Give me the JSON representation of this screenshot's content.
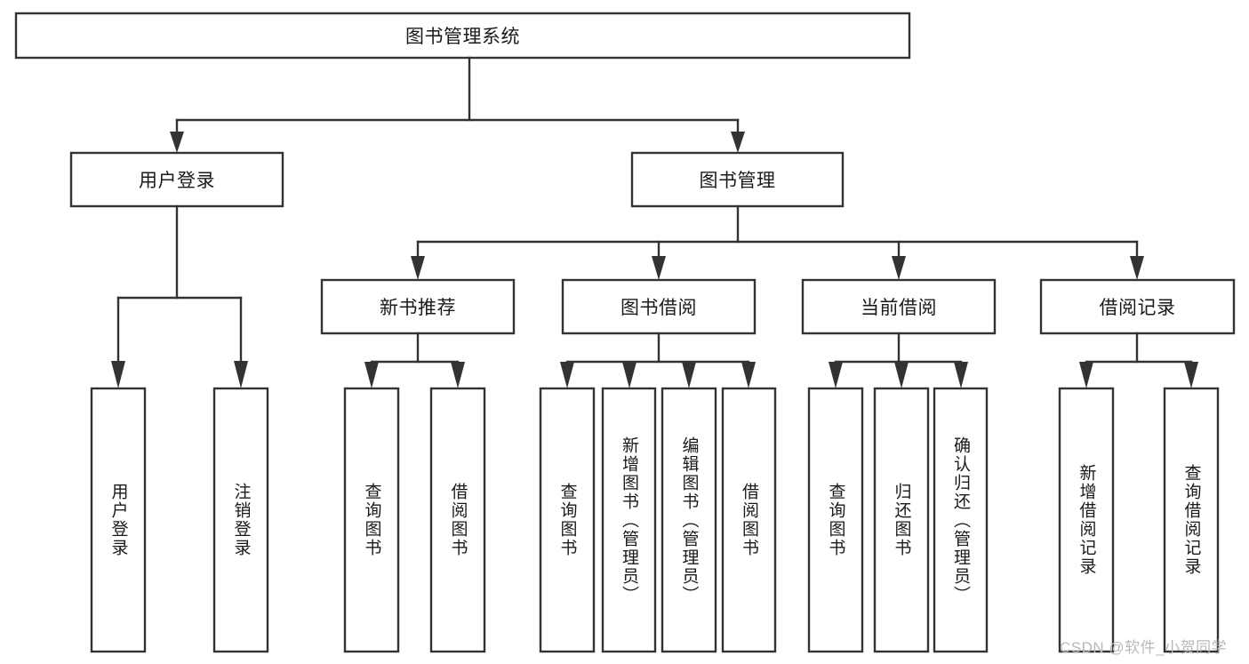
{
  "diagram": {
    "title": "图书管理系统",
    "type": "tree-hierarchy-chart",
    "watermark": "CSDN @软件_小贺同学",
    "colors": {
      "stroke": "#333333",
      "fill": "#ffffff",
      "text": "#1a1a1a",
      "watermark": "#b9b9b9"
    },
    "root": {
      "label": "图书管理系统"
    },
    "level2": [
      {
        "label": "用户登录"
      },
      {
        "label": "图书管理"
      }
    ],
    "level3": [
      {
        "label": "新书推荐"
      },
      {
        "label": "图书借阅"
      },
      {
        "label": "当前借阅"
      },
      {
        "label": "借阅记录"
      }
    ],
    "leaves": {
      "user_login": [
        {
          "label": "用户登录"
        },
        {
          "label": "注销登录"
        }
      ],
      "new_book_recommend": [
        {
          "label": "查询图书"
        },
        {
          "label": "借阅图书"
        }
      ],
      "book_borrow": [
        {
          "label": "查询图书"
        },
        {
          "label": "新增图书（管理员）"
        },
        {
          "label": "编辑图书（管理员）"
        },
        {
          "label": "借阅图书"
        }
      ],
      "current_borrow": [
        {
          "label": "查询图书"
        },
        {
          "label": "归还图书"
        },
        {
          "label": "确认归还（管理员）"
        }
      ],
      "borrow_record": [
        {
          "label": "新增借阅记录"
        },
        {
          "label": "查询借阅记录"
        }
      ]
    }
  }
}
